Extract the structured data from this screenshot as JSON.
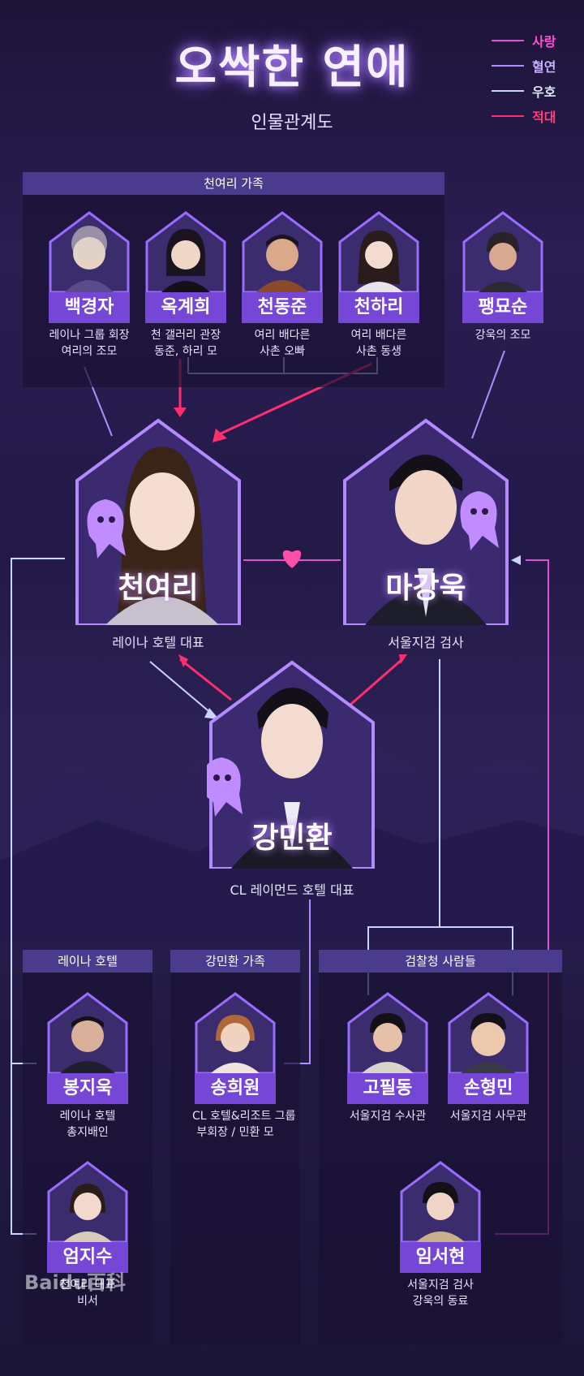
{
  "header": {
    "title": "오싹한 연애",
    "subtitle": "인물관계도"
  },
  "legend": [
    {
      "label": "사랑",
      "color": "#e14fd6"
    },
    {
      "label": "혈연",
      "color": "#b08cff"
    },
    {
      "label": "우호",
      "color": "#c9d4ff"
    },
    {
      "label": "적대",
      "color": "#ff2f6d"
    }
  ],
  "groups": {
    "cheon_family": "천여리 가족",
    "reina_hotel": "레이나 호텔",
    "kang_family": "강민환 가족",
    "prosecution": "검찰청 사람들"
  },
  "family": [
    {
      "name": "백경자",
      "desc1": "레이나 그룹 회장",
      "desc2": "여리의 조모",
      "icon": "elderly-woman-portrait"
    },
    {
      "name": "옥계희",
      "desc1": "천 갤러리 관장",
      "desc2": "동준, 하리 모",
      "icon": "woman-portrait"
    },
    {
      "name": "천동준",
      "desc1": "여리 배다른",
      "desc2": "사촌 오빠",
      "icon": "man-portrait"
    },
    {
      "name": "천하리",
      "desc1": "여리 배다른",
      "desc2": "사촌 동생",
      "icon": "young-woman-portrait"
    }
  ],
  "grandma": {
    "name": "팽묘순",
    "desc1": "강욱의 조모",
    "icon": "elderly-woman-portrait"
  },
  "leads": {
    "yeori": {
      "name": "천여리",
      "desc": "레이나 호텔 대표"
    },
    "kangwook": {
      "name": "마강욱",
      "desc": "서울지검 검사"
    },
    "minhwan": {
      "name": "강민환",
      "desc": "CL 레이먼드 호텔 대표"
    }
  },
  "supporting": {
    "jiwook": {
      "name": "봉지욱",
      "desc1": "레이나 호텔",
      "desc2": "총지배인"
    },
    "jisu": {
      "name": "엄지수",
      "desc1": "천여리 대표",
      "desc2": "비서"
    },
    "heewon": {
      "name": "송희원",
      "desc1": "CL 호텔&리조트 그룹",
      "desc2": "부회장 / 민환 모"
    },
    "pildong": {
      "name": "고필동",
      "desc1": "서울지검 수사관"
    },
    "hyeongmin": {
      "name": "손형민",
      "desc1": "서울지검 사무관"
    },
    "seohyeon": {
      "name": "임서현",
      "desc1": "서울지검 검사",
      "desc2": "강욱의 동료"
    }
  },
  "watermark": "Baidu百科"
}
